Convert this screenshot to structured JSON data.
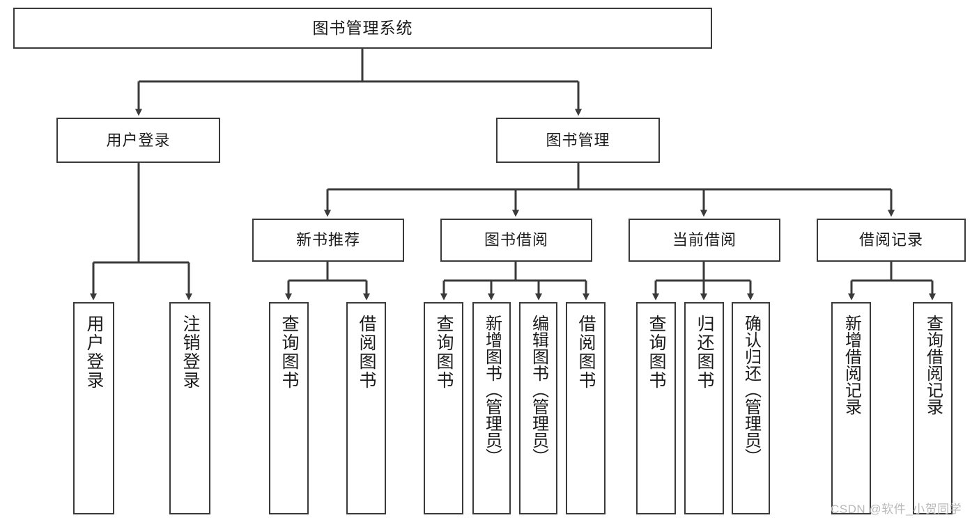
{
  "diagram": {
    "type": "tree-hierarchy",
    "title": "图书管理系统",
    "orientation": "top-down",
    "colors": {
      "node_border": "#3a3a3a",
      "node_fill": "#ffffff",
      "edge": "#3a3a3a",
      "text": "#1b1b1b",
      "watermark": "#b9b9b9"
    },
    "root": {
      "label": "图书管理系统"
    },
    "level2": [
      {
        "label": "用户登录"
      },
      {
        "label": "图书管理"
      }
    ],
    "level3": [
      {
        "label": "新书推荐"
      },
      {
        "label": "图书借阅"
      },
      {
        "label": "当前借阅"
      },
      {
        "label": "借阅记录"
      }
    ],
    "leaves": {
      "user_login": [
        {
          "label": "用户登录"
        },
        {
          "label": "注销登录"
        }
      ],
      "new_book_recommend": [
        {
          "label": "查询图书"
        },
        {
          "label": "借阅图书"
        }
      ],
      "book_borrow": [
        {
          "label": "查询图书"
        },
        {
          "label": "新增图书（管理员）"
        },
        {
          "label": "编辑图书（管理员）"
        },
        {
          "label": "借阅图书"
        }
      ],
      "current_borrow": [
        {
          "label": "查询图书"
        },
        {
          "label": "归还图书"
        },
        {
          "label": "确认归还（管理员）"
        }
      ],
      "borrow_record": [
        {
          "label": "新增借阅记录"
        },
        {
          "label": "查询借阅记录"
        }
      ]
    }
  },
  "watermark": {
    "text": "CSDN @软件_小贺同学"
  }
}
